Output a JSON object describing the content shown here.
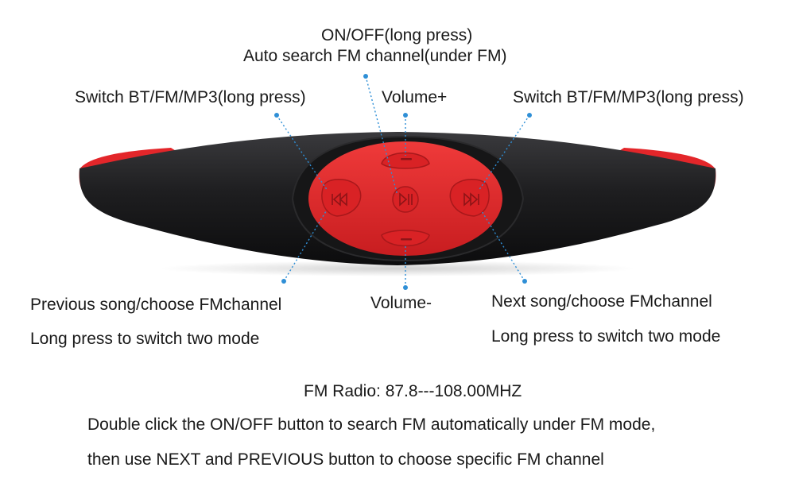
{
  "labels": {
    "onoff_line1": "ON/OFF(long press)",
    "onoff_line2": "Auto search FM channel(under FM)",
    "switch_left": "Switch BT/FM/MP3(long press)",
    "volume_plus": "Volume+",
    "switch_right": "Switch BT/FM/MP3(long press)",
    "prev_line1": "Previous song/choose FMchannel",
    "prev_line2": "Long press to switch two mode",
    "volume_minus": "Volume-",
    "next_line1": "Next song/choose FMchannel",
    "next_line2": "Long press to switch two mode"
  },
  "notes": {
    "fm_range": "FM Radio:  87.8---108.00MHZ",
    "line1": "Double click the ON/OFF button to search FM automatically under FM mode,",
    "line2": "then use NEXT and PREVIOUS button to choose specific FM channel"
  },
  "colors": {
    "accent": "#e8282b",
    "band": "#1e1e20",
    "leader": "#2f8fd6"
  },
  "icons": {
    "prev": "previous-track-icon",
    "play": "play-pause-icon",
    "next": "next-track-icon"
  }
}
